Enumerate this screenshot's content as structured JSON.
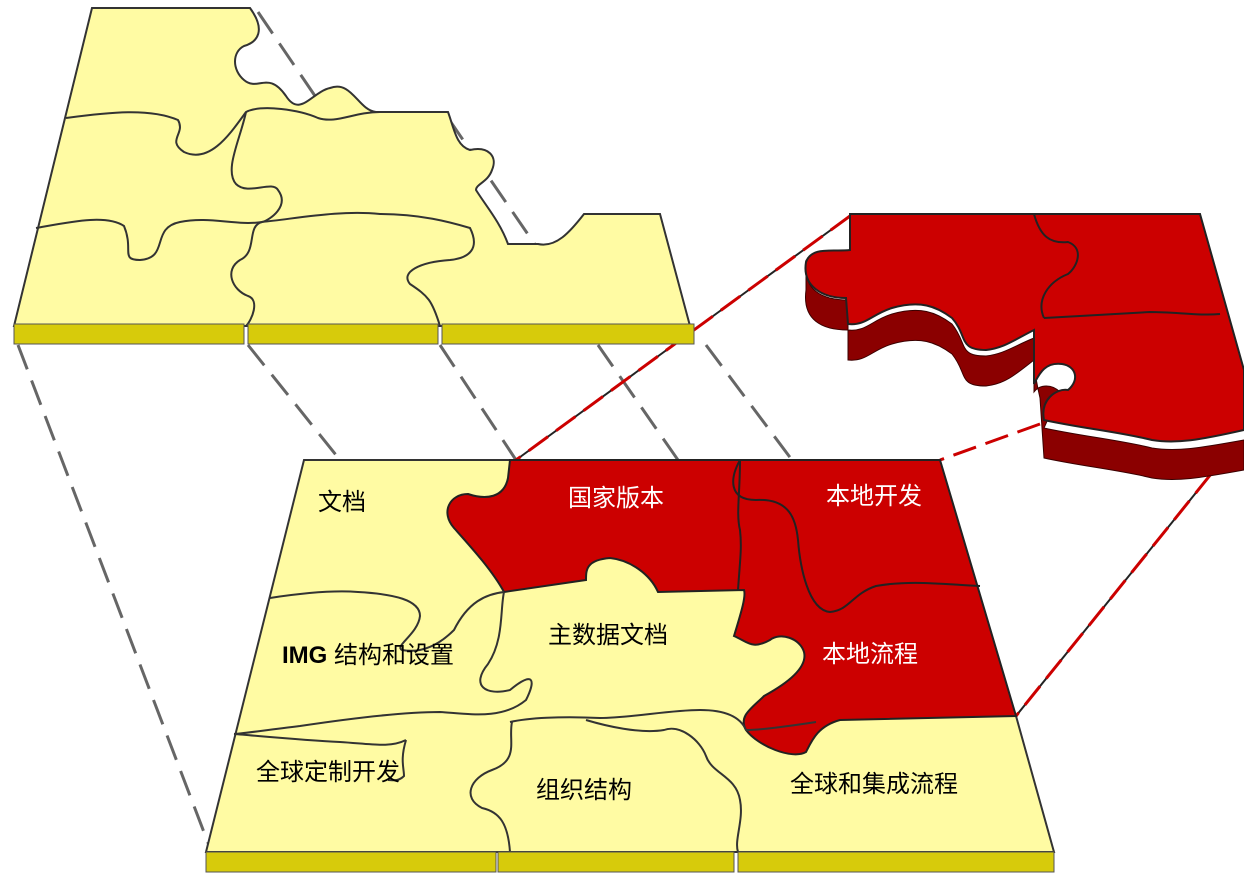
{
  "colors": {
    "yellow_piece": "#FFFBA3",
    "yellow_base": "#D7CB0B",
    "red_piece": "#CC0000",
    "red_side": "#8B0000",
    "outline": "#333333",
    "dash_gray": "#666666",
    "dash_red": "#CC0000",
    "text_dark": "#000000",
    "text_light": "#FFFFFF"
  },
  "labels": {
    "documents": "文档",
    "country_version": "国家版本",
    "local_development": "本地开发",
    "img_structure": "IMG 结构和设置",
    "master_data_docs": "主数据文档",
    "local_process": "本地流程",
    "global_custom_dev": "全球定制开发",
    "org_structure": "组织结构",
    "global_integration": "全球和集成流程"
  }
}
